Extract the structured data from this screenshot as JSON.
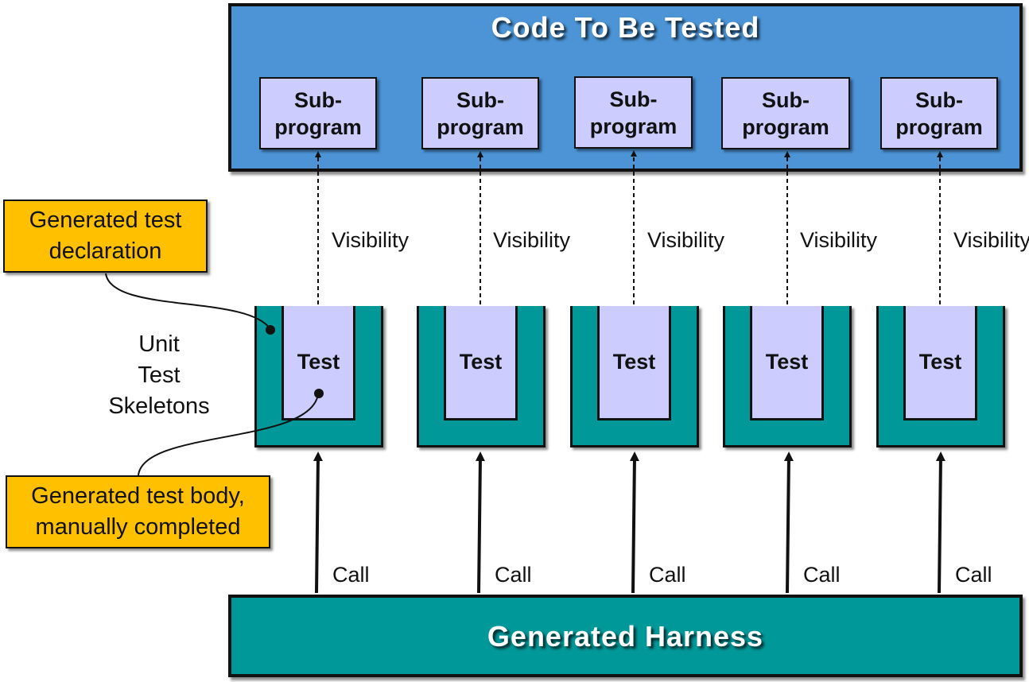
{
  "code_under_test": {
    "title": "Code To Be Tested",
    "subprograms": [
      {
        "line1": "Sub-",
        "line2": "program"
      },
      {
        "line1": "Sub-",
        "line2": "program"
      },
      {
        "line1": "Sub-",
        "line2": "program"
      },
      {
        "line1": "Sub-",
        "line2": "program"
      },
      {
        "line1": "Sub-",
        "line2": "program"
      }
    ]
  },
  "tests": [
    {
      "label": "Test",
      "visibility_label": "Visibility",
      "call_label": "Call"
    },
    {
      "label": "Test",
      "visibility_label": "Visibility",
      "call_label": "Call"
    },
    {
      "label": "Test",
      "visibility_label": "Visibility",
      "call_label": "Call"
    },
    {
      "label": "Test",
      "visibility_label": "Visibility",
      "call_label": "Call"
    },
    {
      "label": "Test",
      "visibility_label": "Visibility",
      "call_label": "Call"
    }
  ],
  "skeletons_label": {
    "line1": "Unit",
    "line2": "Test",
    "line3": "Skeletons"
  },
  "callouts": {
    "declaration": {
      "line1": "Generated test",
      "line2": "declaration"
    },
    "body": {
      "line1": "Generated test body,",
      "line2": "manually completed"
    }
  },
  "harness": {
    "title": "Generated Harness"
  },
  "colors": {
    "code_box": "#4c94d6",
    "subprogram": "#ccccff",
    "skeleton": "#009898",
    "harness": "#009898",
    "callout": "#ffc000"
  }
}
